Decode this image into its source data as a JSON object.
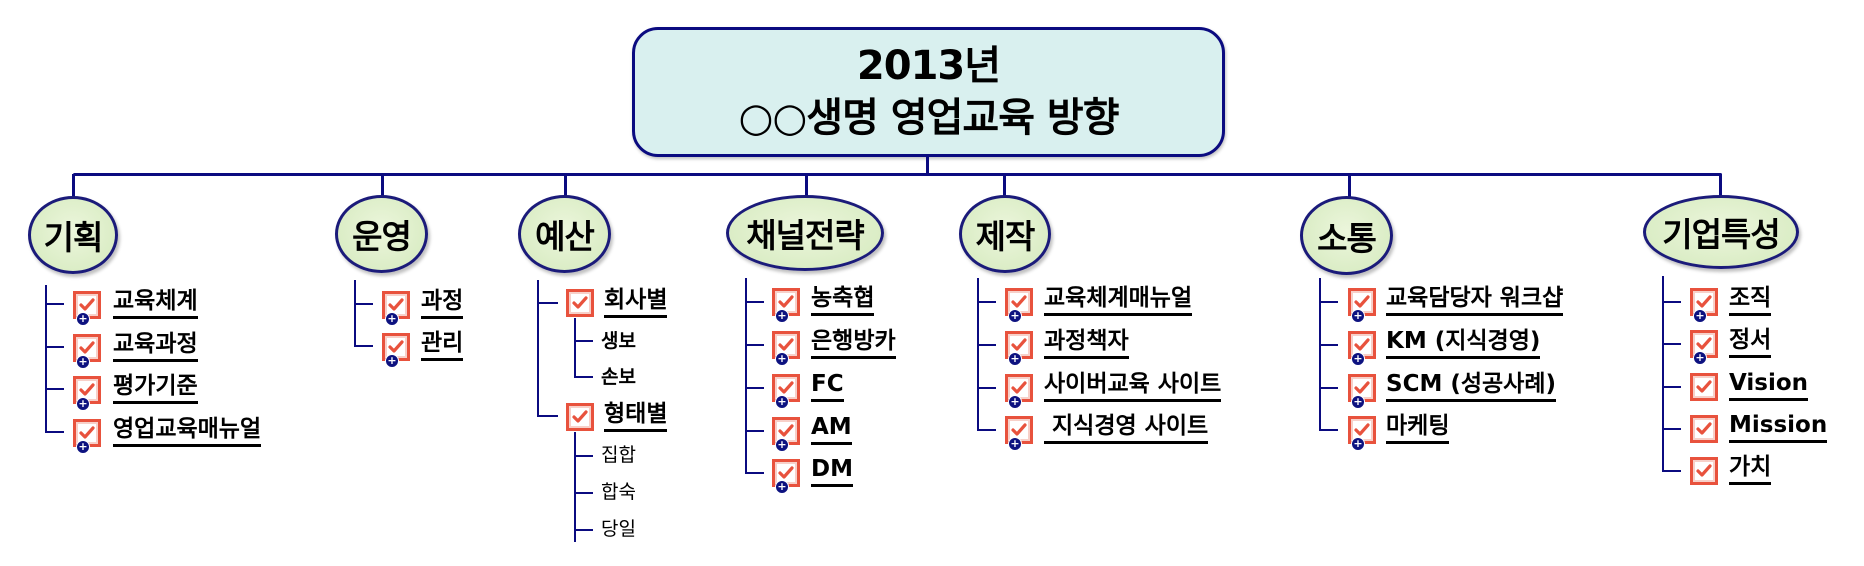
{
  "title": {
    "line1": "2013년",
    "line2": "○○생명 영업교육 방향"
  },
  "colors": {
    "connector": "#0b0b80",
    "root_fill": "#d9f0ef",
    "node_fill": "#dbedc6",
    "checkbox": "#e8523d",
    "plus_badge": "#0d1280"
  },
  "icons": {
    "checkbox": "checkbox-checked-icon",
    "plus": "plus-circle-icon"
  },
  "branches": [
    {
      "label": "기획",
      "items": [
        {
          "label": "교육체계",
          "plus": true
        },
        {
          "label": "교육과정",
          "plus": true
        },
        {
          "label": "평가기준",
          "plus": true
        },
        {
          "label": "영업교육매뉴얼",
          "plus": true
        }
      ]
    },
    {
      "label": "운영",
      "items": [
        {
          "label": "과정",
          "plus": true
        },
        {
          "label": "관리",
          "plus": true
        }
      ]
    },
    {
      "label": "예산",
      "items": [
        {
          "label": "회사별",
          "plus": false,
          "children": [
            "생보",
            "손보"
          ]
        },
        {
          "label": "형태별",
          "plus": false,
          "children": [
            "집합",
            "합숙",
            "당일"
          ]
        }
      ]
    },
    {
      "label": "채널전략",
      "items": [
        {
          "label": "농축협",
          "plus": true
        },
        {
          "label": "은행방카",
          "plus": true
        },
        {
          "label": "FC",
          "plus": true
        },
        {
          "label": "AM",
          "plus": true
        },
        {
          "label": "DM",
          "plus": true
        }
      ]
    },
    {
      "label": "제작",
      "items": [
        {
          "label": "교육체계매뉴얼",
          "plus": true
        },
        {
          "label": "과정책자",
          "plus": true
        },
        {
          "label": "사이버교육 사이트",
          "plus": true
        },
        {
          "label": " 지식경영 사이트",
          "plus": true
        }
      ]
    },
    {
      "label": "소통",
      "items": [
        {
          "label": "교육담당자 워크샵",
          "plus": true
        },
        {
          "label": "KM (지식경영)",
          "plus": true
        },
        {
          "label": "SCM (성공사례)",
          "plus": true
        },
        {
          "label": "마케팅",
          "plus": true
        }
      ]
    },
    {
      "label": "기업특성",
      "items": [
        {
          "label": "조직",
          "plus": true
        },
        {
          "label": "정서",
          "plus": true
        },
        {
          "label": "Vision",
          "plus": false
        },
        {
          "label": "Mission",
          "plus": false
        },
        {
          "label": "가치",
          "plus": false
        }
      ]
    }
  ]
}
